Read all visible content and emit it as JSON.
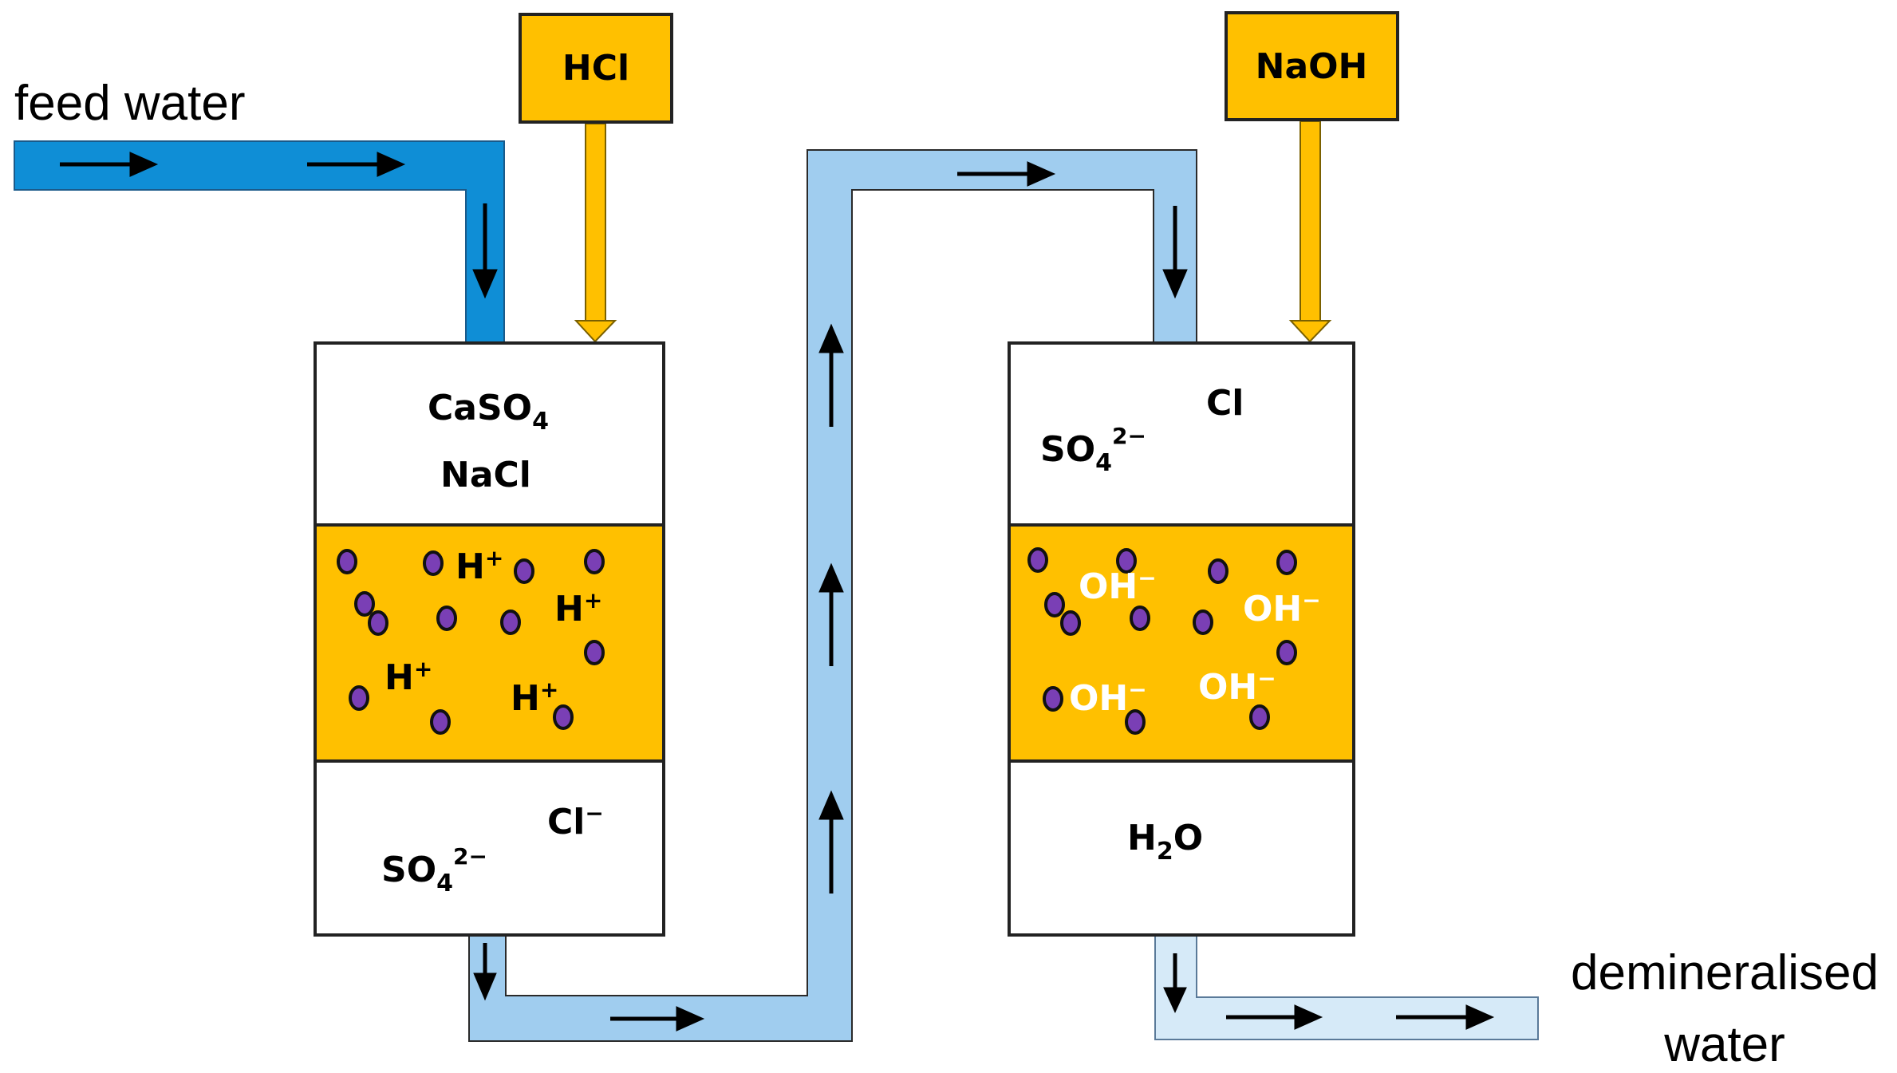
{
  "labels": {
    "feed": "feed water",
    "product_line1": "demineralised",
    "product_line2": "water"
  },
  "reagents": {
    "acid": "HCl",
    "base": "NaOH"
  },
  "cation_column": {
    "inlet_species": [
      {
        "base": "CaSO",
        "sub": "4"
      },
      {
        "base": "NaCl",
        "sub": ""
      }
    ],
    "resin_ion": {
      "base": "H",
      "sup": "+"
    },
    "outlet_ions": [
      {
        "base": "Cl",
        "sup": "−"
      },
      {
        "base": "SO",
        "sub": "4",
        "sup": "2−"
      }
    ]
  },
  "anion_column": {
    "inlet_ions": [
      {
        "base": "Cl"
      },
      {
        "base": "SO",
        "sub": "4",
        "sup": "2−"
      }
    ],
    "resin_ion": {
      "base": "OH",
      "sup": "−"
    },
    "outlet_species": {
      "pre": "H",
      "sub": "2",
      "post": "O"
    }
  },
  "colors": {
    "feed_pipe": "#0f8ed6",
    "intermediate_pipe": "#a0cdef",
    "product_pipe": "#d6eaf8",
    "reagent_fill": "#ffc000",
    "resin_fill": "#ffc000",
    "bead_fill": "#7a3fb5",
    "outline": "#1a1a1a"
  }
}
